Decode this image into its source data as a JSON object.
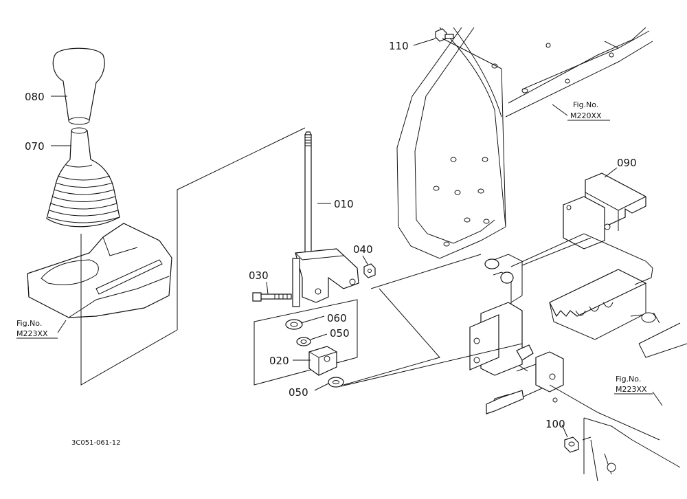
{
  "callouts": {
    "p010": "010",
    "p020": "020",
    "p030": "030",
    "p040": "040",
    "p050a": "050",
    "p050b": "050",
    "p060": "060",
    "p070": "070",
    "p080": "080",
    "p090": "090",
    "p100": "100",
    "p110": "110"
  },
  "fig_refs": [
    {
      "line1": "Fig.No.",
      "line2": "M223XX"
    },
    {
      "line1": "Fig.No.",
      "line2": "M220XX"
    },
    {
      "line1": "Fig.No.",
      "line2": "M223XX"
    }
  ],
  "drawing_code": "3C051-061-12"
}
